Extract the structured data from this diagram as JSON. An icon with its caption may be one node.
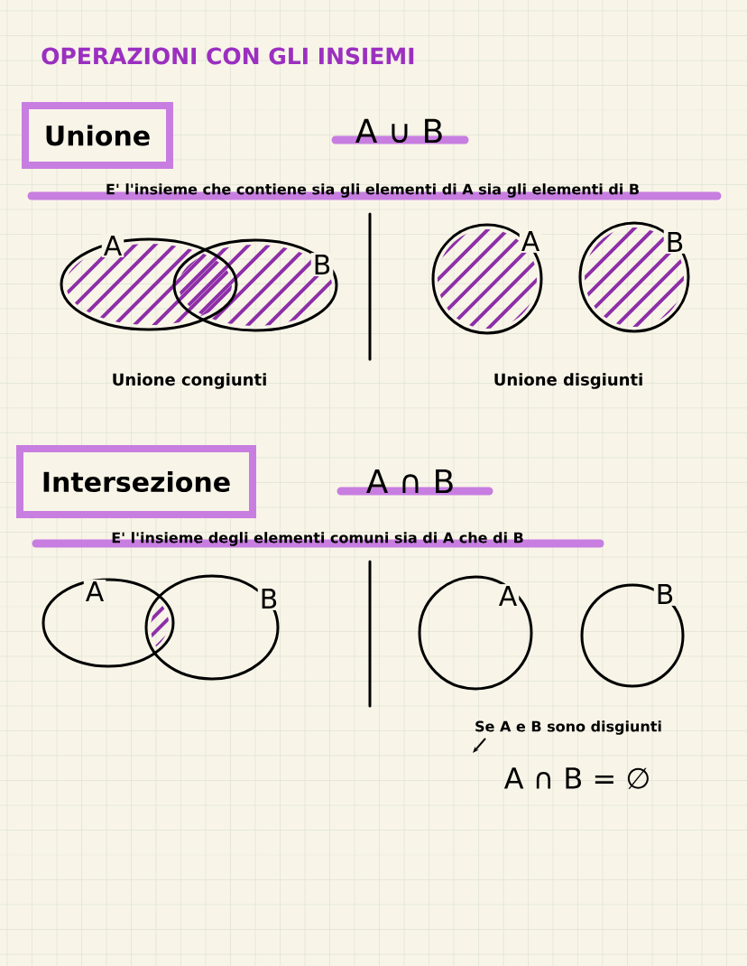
{
  "diagram": {
    "title": "OPERAZIONI CON GLI INSIEMI",
    "nodes": [
      {
        "text": [
          "Unione"
        ]
      },
      {
        "text": [
          "A"
        ]
      },
      {
        "text": [
          "B"
        ]
      },
      {
        "text": [
          "A"
        ]
      },
      {
        "text": [
          "B"
        ]
      },
      {
        "text": [
          "Intersezione"
        ]
      },
      {
        "text": [
          "A"
        ]
      },
      {
        "text": [
          "B"
        ]
      },
      {
        "text": [
          "A"
        ]
      },
      {
        "text": [
          "B"
        ]
      }
    ],
    "labels": [
      "A ∪ B",
      "E' l'insieme che contiene sia gli elementi di A sia gli elementi di B",
      "Unione congiunti",
      "Unione disgiunti",
      "A ∩ B",
      "E' l'insieme degli elementi comuni sia di A che di B",
      "Se A e B sono disgiunti",
      "A ∩ B = ∅"
    ]
  }
}
